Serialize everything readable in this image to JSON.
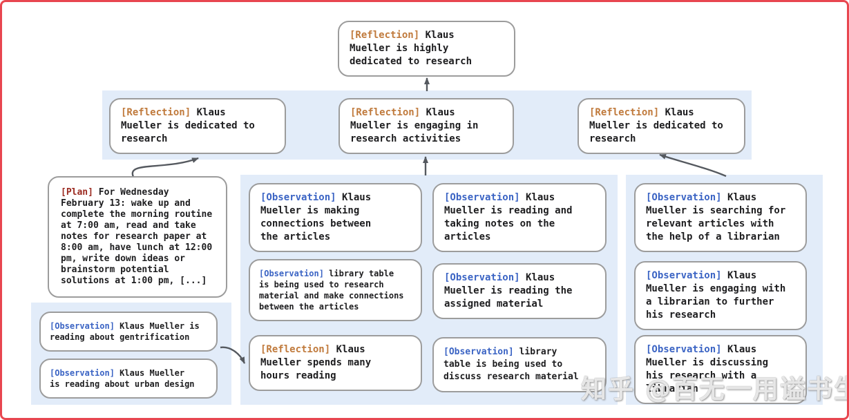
{
  "colors": {
    "frame_red": "#e8464f",
    "band_blue": "#e2ecf9",
    "box_border": "#9c9c9c",
    "reflection_label": "#c07a3c",
    "observation_label": "#3b64c4",
    "plan_label": "#9b2a20",
    "text": "#1d1d1f",
    "arrow": "#55595f"
  },
  "top_node": {
    "tag": "[Reflection]",
    "text": "Klaus\nMueller is highly\ndedicated to research"
  },
  "reflection_row": [
    {
      "tag": "[Reflection]",
      "text": "Klaus\nMueller is dedicated to\nresearch"
    },
    {
      "tag": "[Reflection]",
      "text": "Klaus\nMueller is engaging in\nresearch activities"
    },
    {
      "tag": "[Reflection]",
      "text": "Klaus\nMueller is dedicated to\nresearch"
    }
  ],
  "plan_node": {
    "tag": "[Plan]",
    "text": "For Wednesday\nFebruary 13: wake up and\ncomplete the morning routine\nat 7:00 am, read and take\nnotes for research paper at\n8:00 am, have lunch at 12:00\npm, write down ideas or\nbrainstorm potential\nsolutions at 1:00 pm, [...]"
  },
  "left_group": [
    {
      "tag": "[Observation]",
      "text": "Klaus Mueller is\nreading about gentrification"
    },
    {
      "tag": "[Observation]",
      "text": "Klaus Mueller\nis reading about urban design"
    }
  ],
  "mid_col1": [
    {
      "tag": "[Observation]",
      "text": "Klaus\nMueller is making\nconnections between\nthe articles"
    },
    {
      "tag": "[Observation]",
      "text": "library table\nis being used to research\nmaterial and make connections\nbetween the articles"
    },
    {
      "tag": "[Reflection]",
      "text": "Klaus\nMueller spends many\nhours reading"
    }
  ],
  "mid_col2": [
    {
      "tag": "[Observation]",
      "text": "Klaus\nMueller is reading and\ntaking notes on the\narticles"
    },
    {
      "tag": "[Observation]",
      "text": "Klaus\nMueller is reading the\nassigned material"
    },
    {
      "tag": "[Observation]",
      "text": "library\ntable is being used to\ndiscuss research material"
    }
  ],
  "right_group": [
    {
      "tag": "[Observation]",
      "text": "Klaus\nMueller is searching for\nrelevant articles with\nthe help of a librarian"
    },
    {
      "tag": "[Observation]",
      "text": "Klaus\nMueller is engaging with\na librarian to further\nhis research"
    },
    {
      "tag": "[Observation]",
      "text": "Klaus\nMueller is discussing\nhis research with a\nlibrarian"
    }
  ],
  "watermark": "知乎 @百无一用谥书生"
}
